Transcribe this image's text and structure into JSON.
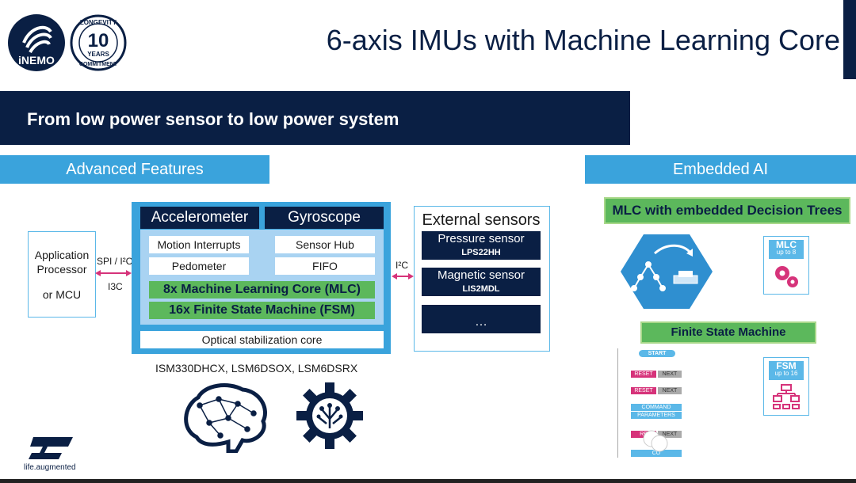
{
  "title": "6-axis IMUs with Machine Learning Core",
  "logo": {
    "brand": "iNEMO",
    "longevity_top": "LONGEVITY",
    "longevity_num": "10",
    "longevity_years": "YEARS",
    "longevity_bottom": "COMMITMENT"
  },
  "banner": "From low power sensor to low power system",
  "sections": {
    "left": "Advanced Features",
    "right": "Embedded AI"
  },
  "app_processor": {
    "line1": "Application",
    "line2": "Processor",
    "line3": "or MCU"
  },
  "bus_left": {
    "top": "SPI / I²C",
    "bottom": "I3C"
  },
  "bus_right": "I²C",
  "imu": {
    "accel": "Accelerometer",
    "gyro": "Gyroscope",
    "motion_interrupts": "Motion Interrupts",
    "sensor_hub": "Sensor Hub",
    "pedometer": "Pedometer",
    "fifo": "FIFO",
    "mlc": "8x Machine Learning Core (MLC)",
    "fsm": "16x Finite State Machine (FSM)",
    "ois": "Optical stabilization core"
  },
  "parts": "ISM330DHCX, LSM6DSOX, LSM6DSRX",
  "external": {
    "title": "External sensors",
    "pressure": "Pressure sensor",
    "pressure_part": "LPS22HH",
    "magnetic": "Magnetic sensor",
    "magnetic_part": "LIS2MDL",
    "more": "…"
  },
  "embedded": {
    "mlc_title": "MLC with embedded Decision Trees",
    "mlc_badge_title": "MLC",
    "mlc_badge_sub": "up to 8",
    "fsm_title": "Finite State Machine",
    "fsm_badge_title": "FSM",
    "fsm_badge_sub": "up to 16",
    "fsm_flow": {
      "start": "START",
      "reset": "RESET",
      "next": "NEXT",
      "command": "COMMAND",
      "parameters": "PARAMETERS",
      "re": "RE",
      "cc": "CO"
    }
  },
  "footer": {
    "tagline": "life.augmented"
  },
  "colors": {
    "navy": "#0a1f44",
    "sky": "#3aa3dc",
    "green": "#5cb85c",
    "pink": "#d6337a"
  }
}
